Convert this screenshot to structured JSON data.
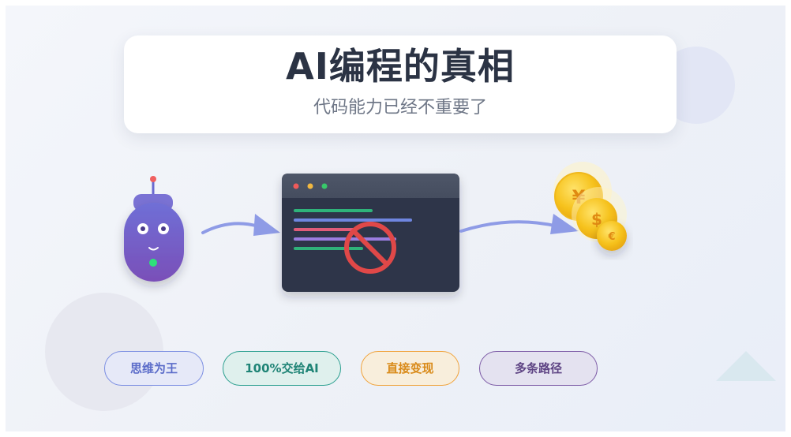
{
  "header": {
    "title": "AI编程的真相",
    "subtitle": "代码能力已经不重要了"
  },
  "illustration": {
    "robot_icon": "robot-icon",
    "code_window_icon": "code-editor-icon",
    "prohibited_icon": "no-entry-icon",
    "coins": {
      "yuan_symbol": "¥",
      "dollar_symbol": "$",
      "euro_symbol": "€"
    }
  },
  "tags": [
    {
      "label": "思维为王"
    },
    {
      "label": "100%交给AI"
    },
    {
      "label": "直接变现"
    },
    {
      "label": "多条路径"
    }
  ],
  "colors": {
    "title_text": "#2b3344",
    "subtitle_text": "#6f7787",
    "robot_body": "#6a58c4",
    "code_window": "#2e3648",
    "prohibited_red": "#e04848",
    "coin_gold": "#f6c21c",
    "arrow": "#8e9be6"
  }
}
